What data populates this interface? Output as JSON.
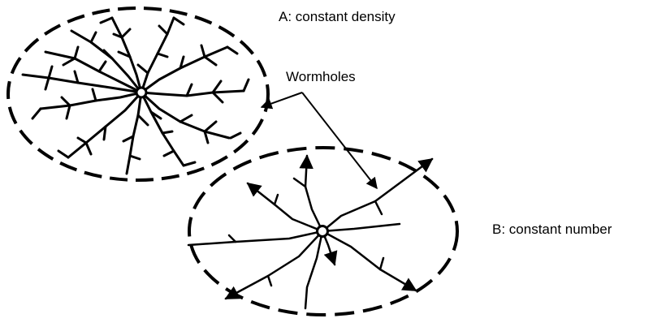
{
  "labels": {
    "a": "A: constant density",
    "wormholes": "Wormholes",
    "b": "B: constant number"
  },
  "colors": {
    "stroke": "#000000",
    "background": "#ffffff"
  }
}
